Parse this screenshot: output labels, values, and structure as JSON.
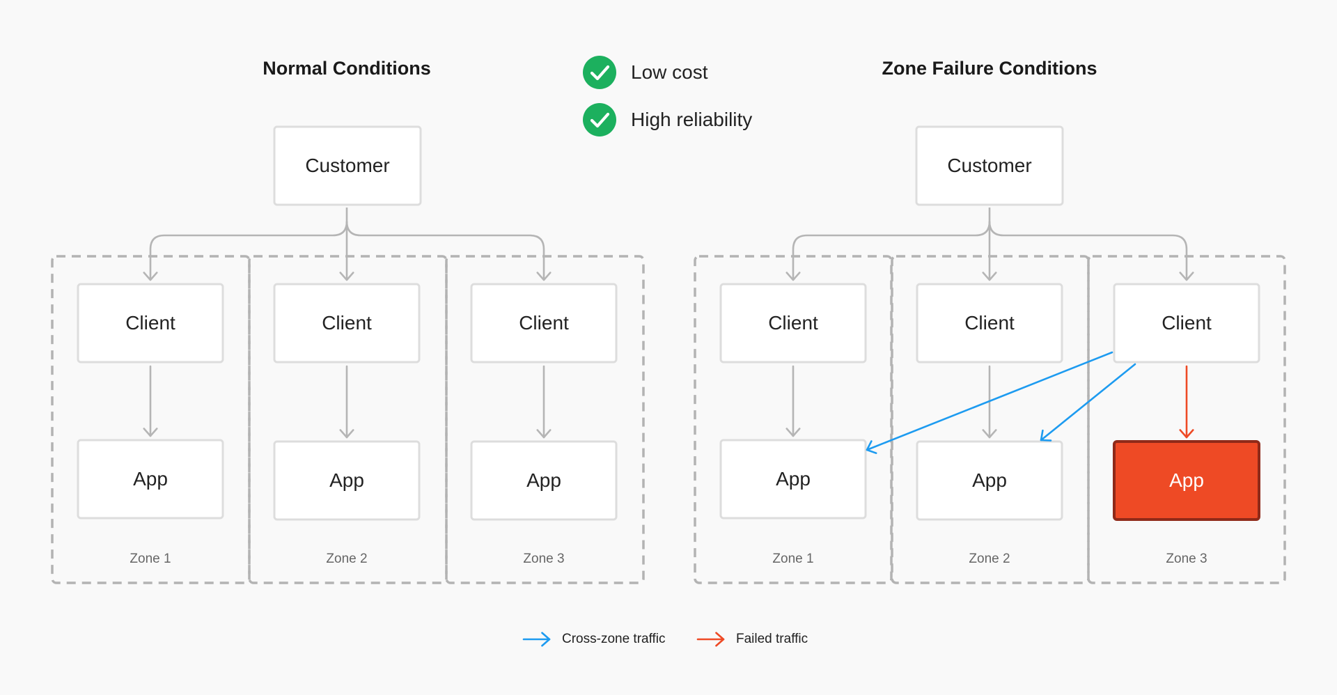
{
  "panels": [
    {
      "title": "Normal Conditions",
      "customer": "Customer",
      "zones": [
        {
          "label": "Zone 1",
          "client": "Client",
          "app": "App",
          "failed": false
        },
        {
          "label": "Zone 2",
          "client": "Client",
          "app": "App",
          "failed": false
        },
        {
          "label": "Zone 3",
          "client": "Client",
          "app": "App",
          "failed": false
        }
      ]
    },
    {
      "title": "Zone Failure Conditions",
      "customer": "Customer",
      "zones": [
        {
          "label": "Zone 1",
          "client": "Client",
          "app": "App",
          "failed": false
        },
        {
          "label": "Zone 2",
          "client": "Client",
          "app": "App",
          "failed": false
        },
        {
          "label": "Zone 3",
          "client": "Client",
          "app": "App",
          "failed": true
        }
      ],
      "cross_zone_traffic": [
        {
          "from": "Zone 3 Client",
          "to": "Zone 1 App"
        },
        {
          "from": "Zone 3 Client",
          "to": "Zone 2 App"
        }
      ],
      "failed_traffic": [
        {
          "from": "Zone 3 Client",
          "to": "Zone 3 App"
        }
      ]
    }
  ],
  "benefits": [
    {
      "label": "Low cost",
      "icon": "check-circle-icon",
      "color": "#1cb05e"
    },
    {
      "label": "High reliability",
      "icon": "check-circle-icon",
      "color": "#1cb05e"
    }
  ],
  "legend": [
    {
      "label": "Cross-zone traffic",
      "icon": "arrow-right-icon",
      "color": "#1d9bf0"
    },
    {
      "label": "Failed traffic",
      "icon": "arrow-right-icon",
      "color": "#ee4a25"
    }
  ],
  "colors": {
    "background": "#f9f9f9",
    "box_fill": "#ffffff",
    "box_border": "#dddddd",
    "connector": "#b5b5b5",
    "zone_border": "#b3b3b3",
    "failed_fill": "#ee4a25",
    "failed_border": "#8f2a19"
  }
}
